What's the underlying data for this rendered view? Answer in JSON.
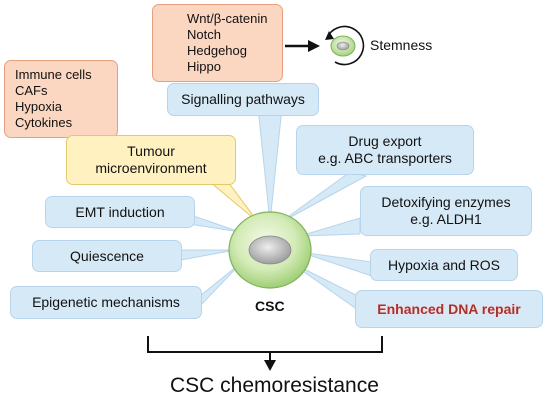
{
  "pathways": {
    "items": [
      "Wnt/β-catenin",
      "Notch",
      "Hedgehog",
      "Hippo"
    ],
    "outcome": "Stemness"
  },
  "microenv_factors": [
    "Immune cells",
    "CAFs",
    "Hypoxia",
    "Cytokines"
  ],
  "boxes": {
    "signalling": "Signalling pathways",
    "tumour_line1": "Tumour",
    "tumour_line2": "microenvironment",
    "drug_export_line1": "Drug export",
    "drug_export_line2": "e.g. ABC transporters",
    "detox_line1": "Detoxifying enzymes",
    "detox_line2": "e.g. ALDH1",
    "emt": "EMT induction",
    "quiescence": "Quiescence",
    "hypoxia_ros": "Hypoxia and ROS",
    "epigenetic": "Epigenetic mechanisms",
    "dna_repair": "Enhanced DNA repair"
  },
  "center_label": "CSC",
  "result_label": "CSC chemoresistance",
  "colors": {
    "blue_box": "#d6e9f7",
    "orange_box": "#fbd7c2",
    "yellow_box": "#fff2c0",
    "cell_green": "#c8e6a6",
    "highlight_red": "#a8322e"
  }
}
